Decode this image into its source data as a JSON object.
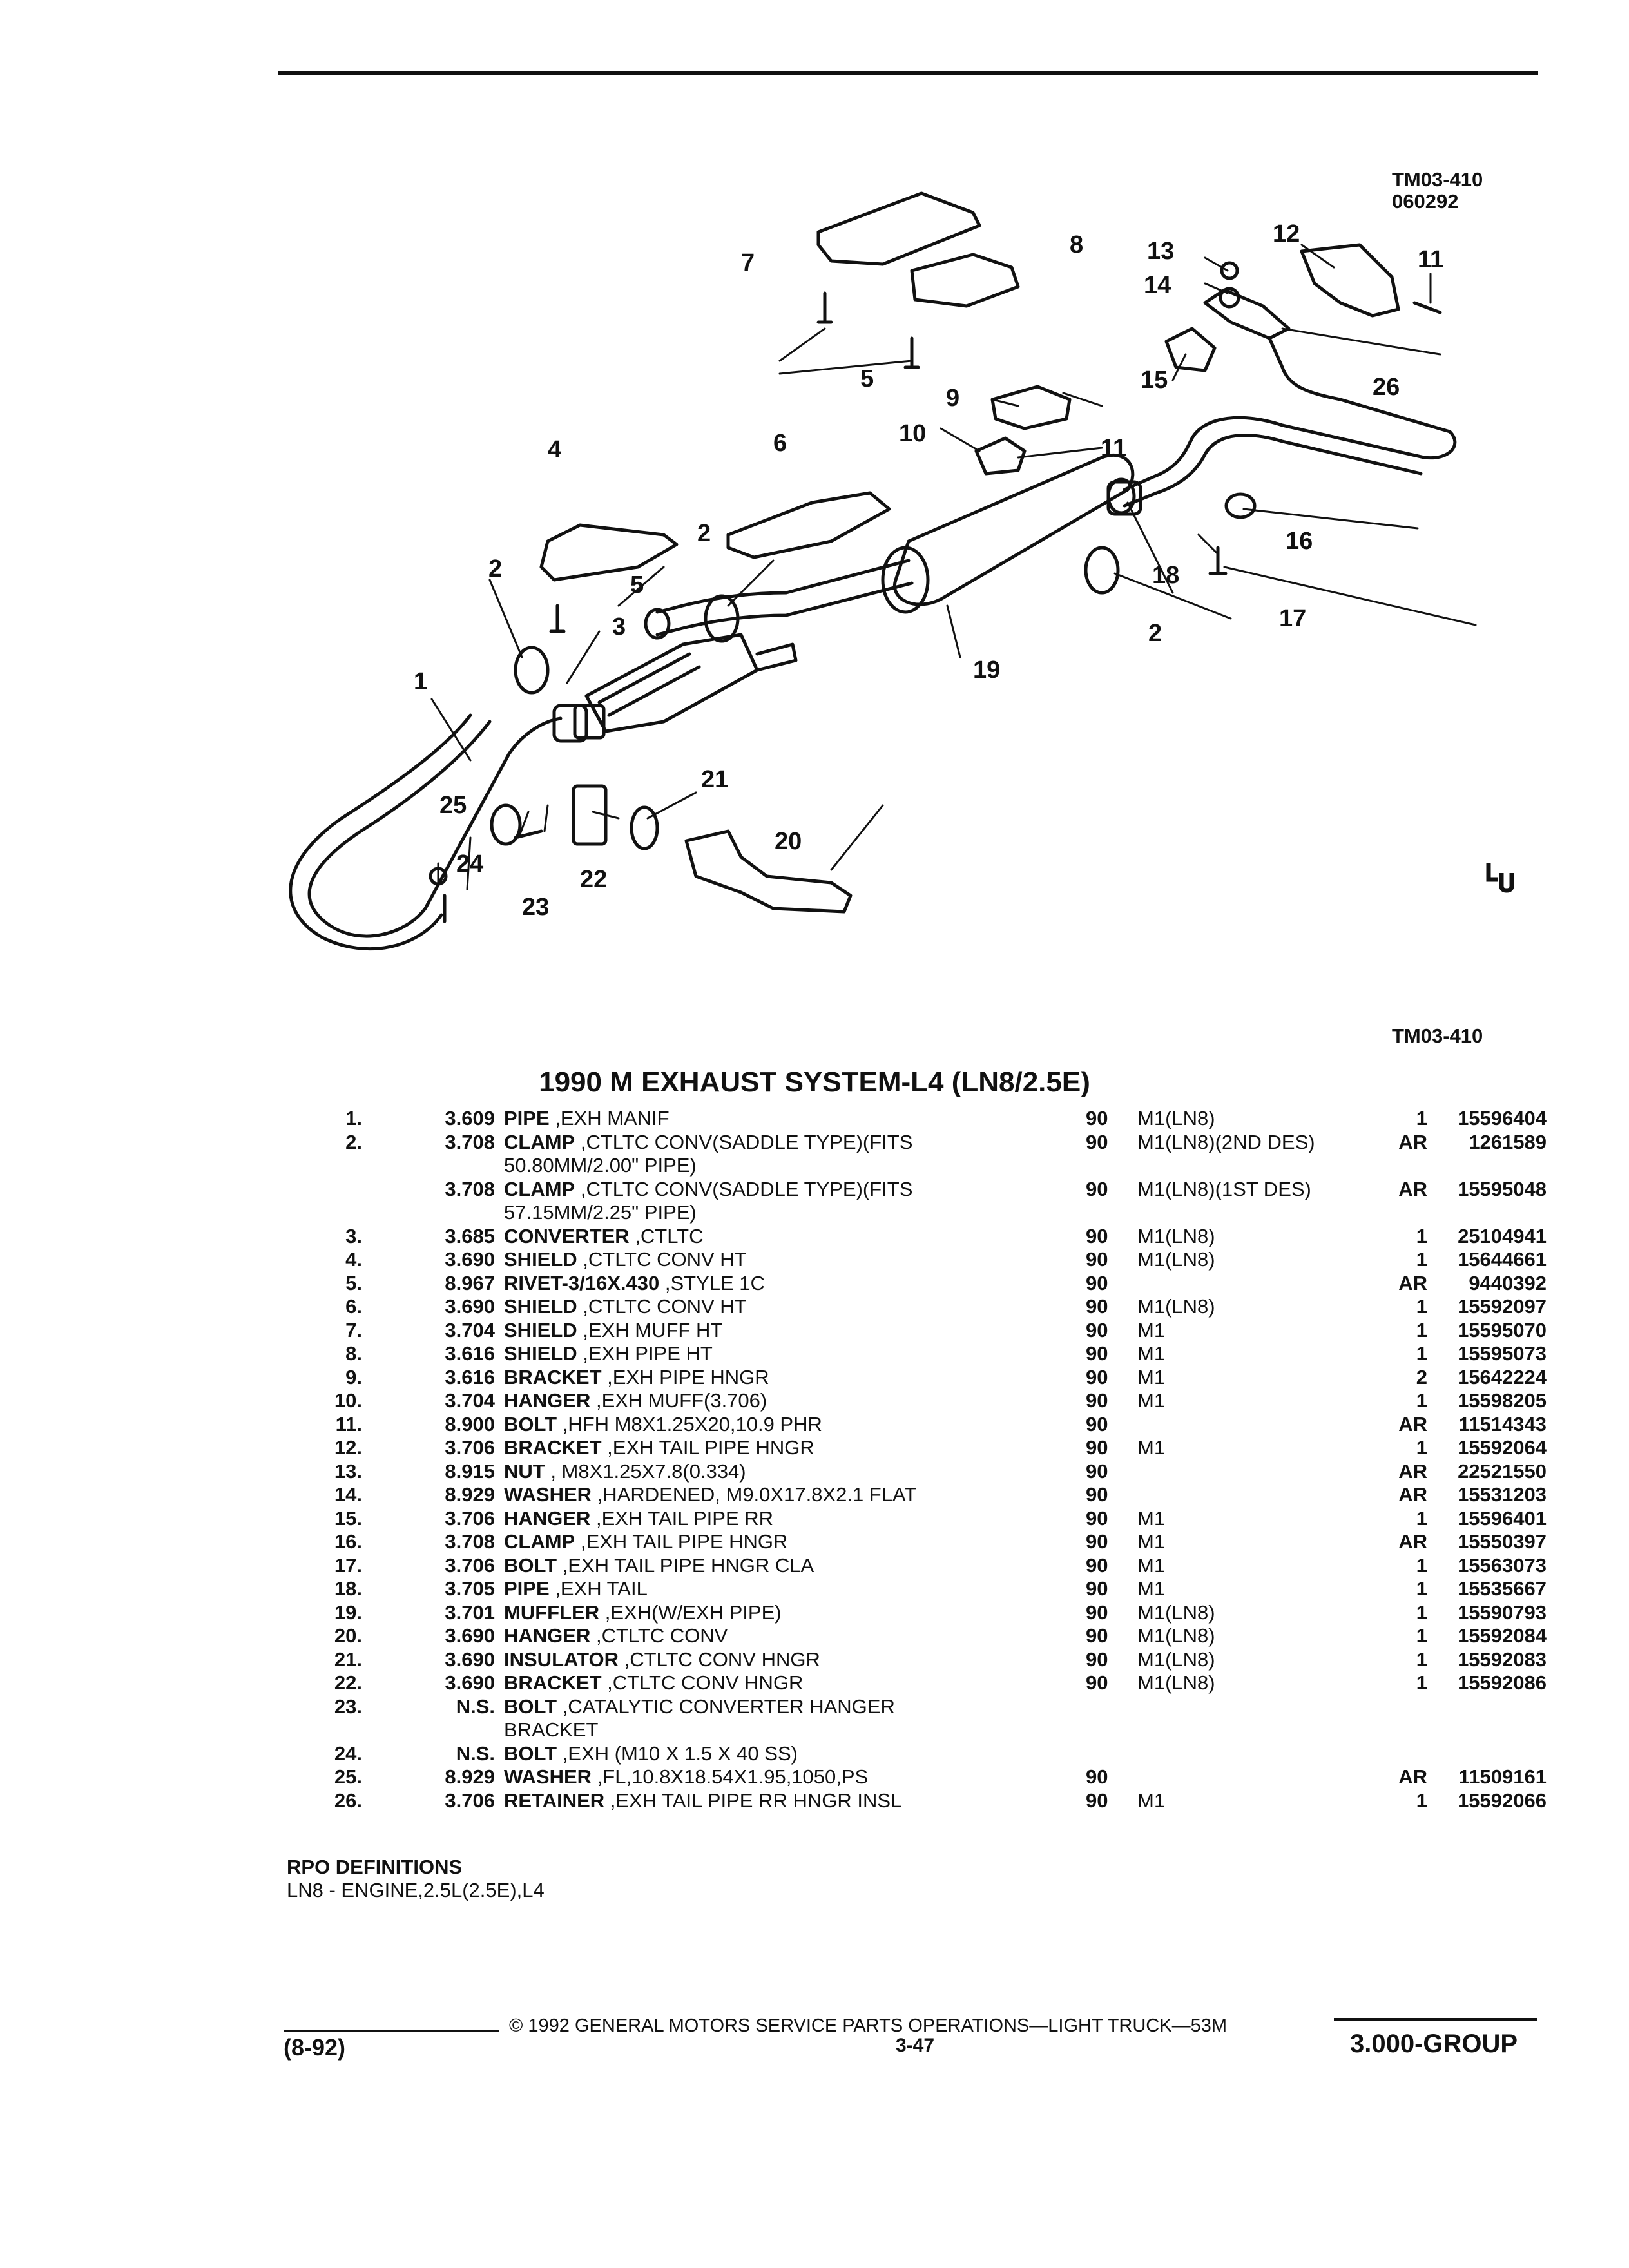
{
  "header": {
    "figure_code": "TM03-410",
    "figure_date": "060292",
    "figure_code_bottom": "TM03-410"
  },
  "diagram": {
    "callouts": [
      "1",
      "2",
      "2",
      "2",
      "3",
      "4",
      "5",
      "5",
      "6",
      "7",
      "8",
      "9",
      "10",
      "11",
      "11",
      "12",
      "13",
      "14",
      "15",
      "16",
      "17",
      "18",
      "19",
      "20",
      "21",
      "22",
      "23",
      "24",
      "25",
      "26"
    ]
  },
  "title": "1990 M EXHAUST SYSTEM-L4 (LN8/2.5E)",
  "parts": [
    {
      "num": "1.",
      "group": "3.609",
      "name": "PIPE",
      "rest": " ,EXH MANIF",
      "year": "90",
      "model": "M1(LN8)",
      "qty": "1",
      "part": "15596404"
    },
    {
      "num": "2.",
      "group": "3.708",
      "name": "CLAMP",
      "rest": " ,CTLTC CONV(SADDLE TYPE)(FITS\n50.80MM/2.00\" PIPE)",
      "year": "90",
      "model": "M1(LN8)(2ND DES)",
      "qty": "AR",
      "part": "1261589",
      "tall": true
    },
    {
      "num": "",
      "group": "3.708",
      "name": "CLAMP",
      "rest": " ,CTLTC CONV(SADDLE TYPE)(FITS\n57.15MM/2.25\" PIPE)",
      "year": "90",
      "model": "M1(LN8)(1ST DES)",
      "qty": "AR",
      "part": "15595048",
      "tall": true
    },
    {
      "num": "3.",
      "group": "3.685",
      "name": "CONVERTER",
      "rest": " ,CTLTC",
      "year": "90",
      "model": "M1(LN8)",
      "qty": "1",
      "part": "25104941"
    },
    {
      "num": "4.",
      "group": "3.690",
      "name": "SHIELD",
      "rest": " ,CTLTC CONV HT",
      "year": "90",
      "model": "M1(LN8)",
      "qty": "1",
      "part": "15644661"
    },
    {
      "num": "5.",
      "group": "8.967",
      "name": "RIVET-3/16X.430",
      "rest": " ,STYLE 1C",
      "year": "90",
      "model": "",
      "qty": "AR",
      "part": "9440392"
    },
    {
      "num": "6.",
      "group": "3.690",
      "name": "SHIELD",
      "rest": " ,CTLTC CONV HT",
      "year": "90",
      "model": "M1(LN8)",
      "qty": "1",
      "part": "15592097"
    },
    {
      "num": "7.",
      "group": "3.704",
      "name": "SHIELD",
      "rest": " ,EXH MUFF HT",
      "year": "90",
      "model": "M1",
      "qty": "1",
      "part": "15595070"
    },
    {
      "num": "8.",
      "group": "3.616",
      "name": "SHIELD",
      "rest": " ,EXH PIPE HT",
      "year": "90",
      "model": "M1",
      "qty": "1",
      "part": "15595073"
    },
    {
      "num": "9.",
      "group": "3.616",
      "name": "BRACKET",
      "rest": " ,EXH PIPE HNGR",
      "year": "90",
      "model": "M1",
      "qty": "2",
      "part": "15642224"
    },
    {
      "num": "10.",
      "group": "3.704",
      "name": "HANGER",
      "rest": " ,EXH MUFF(3.706)",
      "year": "90",
      "model": "M1",
      "qty": "1",
      "part": "15598205"
    },
    {
      "num": "11.",
      "group": "8.900",
      "name": "BOLT",
      "rest": " ,HFH M8X1.25X20,10.9 PHR",
      "year": "90",
      "model": "",
      "qty": "AR",
      "part": "11514343"
    },
    {
      "num": "12.",
      "group": "3.706",
      "name": "BRACKET",
      "rest": " ,EXH TAIL PIPE HNGR",
      "year": "90",
      "model": "M1",
      "qty": "1",
      "part": "15592064"
    },
    {
      "num": "13.",
      "group": "8.915",
      "name": "NUT",
      "rest": " , M8X1.25X7.8(0.334)",
      "year": "90",
      "model": "",
      "qty": "AR",
      "part": "22521550"
    },
    {
      "num": "14.",
      "group": "8.929",
      "name": "WASHER",
      "rest": " ,HARDENED, M9.0X17.8X2.1 FLAT",
      "year": "90",
      "model": "",
      "qty": "AR",
      "part": "15531203"
    },
    {
      "num": "15.",
      "group": "3.706",
      "name": "HANGER",
      "rest": " ,EXH TAIL PIPE RR",
      "year": "90",
      "model": "M1",
      "qty": "1",
      "part": "15596401"
    },
    {
      "num": "16.",
      "group": "3.708",
      "name": "CLAMP",
      "rest": " ,EXH TAIL PIPE HNGR",
      "year": "90",
      "model": "M1",
      "qty": "AR",
      "part": "15550397"
    },
    {
      "num": "17.",
      "group": "3.706",
      "name": "BOLT",
      "rest": " ,EXH TAIL PIPE HNGR CLA",
      "year": "90",
      "model": "M1",
      "qty": "1",
      "part": "15563073"
    },
    {
      "num": "18.",
      "group": "3.705",
      "name": "PIPE",
      "rest": " ,EXH TAIL",
      "year": "90",
      "model": "M1",
      "qty": "1",
      "part": "15535667"
    },
    {
      "num": "19.",
      "group": "3.701",
      "name": "MUFFLER",
      "rest": " ,EXH(W/EXH PIPE)",
      "year": "90",
      "model": "M1(LN8)",
      "qty": "1",
      "part": "15590793"
    },
    {
      "num": "20.",
      "group": "3.690",
      "name": "HANGER",
      "rest": " ,CTLTC CONV",
      "year": "90",
      "model": "M1(LN8)",
      "qty": "1",
      "part": "15592084"
    },
    {
      "num": "21.",
      "group": "3.690",
      "name": "INSULATOR",
      "rest": " ,CTLTC CONV HNGR",
      "year": "90",
      "model": "M1(LN8)",
      "qty": "1",
      "part": "15592083"
    },
    {
      "num": "22.",
      "group": "3.690",
      "name": "BRACKET",
      "rest": " ,CTLTC CONV HNGR",
      "year": "90",
      "model": "M1(LN8)",
      "qty": "1",
      "part": "15592086"
    },
    {
      "num": "23.",
      "group": "N.S.",
      "name": "BOLT",
      "rest": " ,CATALYTIC CONVERTER HANGER\nBRACKET",
      "year": "",
      "model": "",
      "qty": "",
      "part": "",
      "tall": true
    },
    {
      "num": "24.",
      "group": "N.S.",
      "name": "BOLT",
      "rest": " ,EXH (M10 X 1.5 X 40 SS)",
      "year": "",
      "model": "",
      "qty": "",
      "part": ""
    },
    {
      "num": "25.",
      "group": "8.929",
      "name": "WASHER",
      "rest": " ,FL,10.8X18.54X1.95,1050,PS",
      "year": "90",
      "model": "",
      "qty": "AR",
      "part": "11509161"
    },
    {
      "num": "26.",
      "group": "3.706",
      "name": "RETAINER",
      "rest": " ,EXH TAIL PIPE RR HNGR INSL",
      "year": "90",
      "model": "M1",
      "qty": "1",
      "part": "15592066"
    }
  ],
  "rpo": {
    "heading": "RPO DEFINITIONS",
    "line": "LN8 - ENGINE,2.5L(2.5E),L4"
  },
  "footer": {
    "copyright": "© 1992 GENERAL MOTORS SERVICE PARTS OPERATIONS—LIGHT TRUCK—53M",
    "date_code": "(8-92)",
    "page": "3-47",
    "group": "3.000-GROUP"
  }
}
